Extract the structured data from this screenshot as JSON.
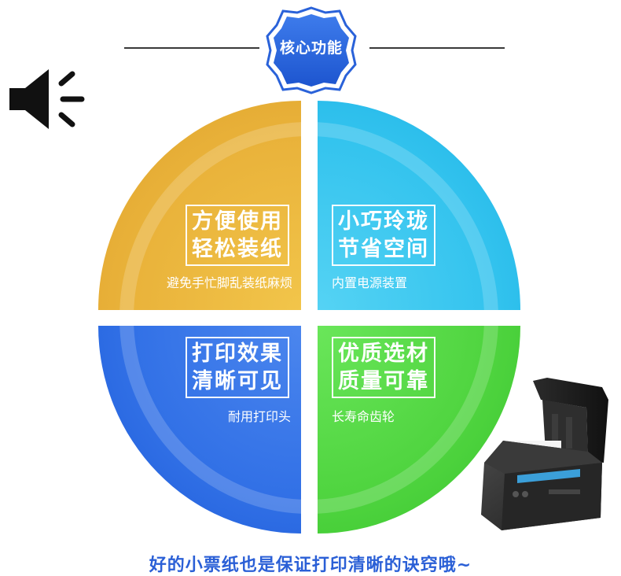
{
  "header": {
    "title": "核心功能"
  },
  "quadrants": {
    "top_left": {
      "line1": "方便使用",
      "line2": "轻松装纸",
      "subtext": "避免手忙脚乱装纸麻烦",
      "color": "#e9b23a"
    },
    "top_right": {
      "line1": "小巧玲珑",
      "line2": "节省空间",
      "subtext": "内置电源装置",
      "color": "#33c3ee"
    },
    "bottom_left": {
      "line1": "打印效果",
      "line2": "清晰可见",
      "subtext": "耐用打印头",
      "color": "#3170e6"
    },
    "bottom_right": {
      "line1": "优质选材",
      "line2": "质量可靠",
      "subtext": "长寿命齿轮",
      "color": "#4fd43f"
    }
  },
  "icons": {
    "speaker": "speaker-icon",
    "printer": "receipt-printer-icon",
    "badge": "octagon-badge-icon"
  },
  "footer": {
    "tagline": "好的小票纸也是保证打印清晰的诀窍哦~"
  }
}
